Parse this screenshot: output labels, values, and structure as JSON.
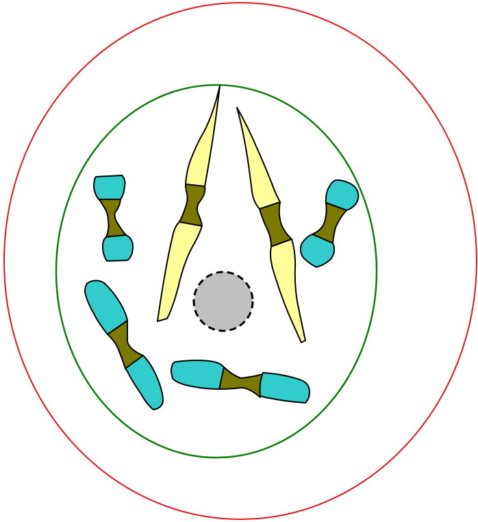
{
  "colors": {
    "background": "#ffffff",
    "cell_membrane": "#e8141c",
    "nuclear_envelope": "#107a10",
    "nucleolus_fill": "#c0c0c0",
    "chromosome_cyan": "#33cccc",
    "chromosome_yellow": "#ffff99",
    "centromere": "#7a7a00",
    "outline": "#000000"
  },
  "diagram": {
    "components": [
      "cell-membrane",
      "nuclear-envelope",
      "nucleolus",
      "chromosome-1",
      "chromosome-2",
      "chromosome-3",
      "chromosome-4",
      "chromosome-5",
      "chromosome-6"
    ],
    "chromosome_count": 6,
    "nucleolus_outline_style": "dashed"
  }
}
